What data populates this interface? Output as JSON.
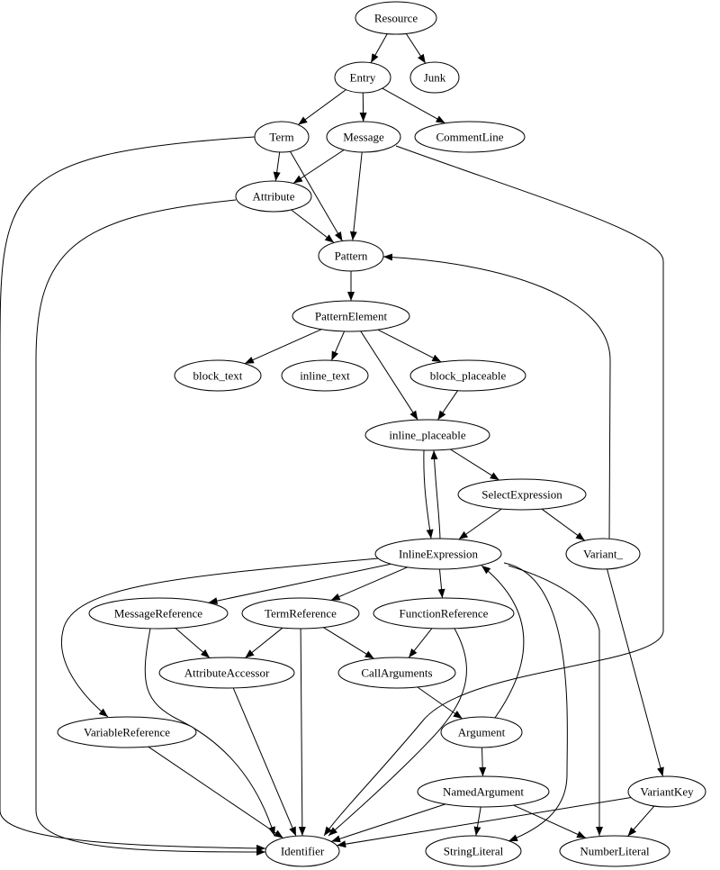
{
  "diagram": {
    "title": "",
    "nodes": [
      {
        "id": "Resource",
        "label": "Resource"
      },
      {
        "id": "Entry",
        "label": "Entry"
      },
      {
        "id": "Junk",
        "label": "Junk"
      },
      {
        "id": "Term",
        "label": "Term"
      },
      {
        "id": "Message",
        "label": "Message"
      },
      {
        "id": "CommentLine",
        "label": "CommentLine"
      },
      {
        "id": "Attribute",
        "label": "Attribute"
      },
      {
        "id": "Pattern",
        "label": "Pattern"
      },
      {
        "id": "PatternElement",
        "label": "PatternElement"
      },
      {
        "id": "block_text",
        "label": "block_text"
      },
      {
        "id": "inline_text",
        "label": "inline_text"
      },
      {
        "id": "block_placeable",
        "label": "block_placeable"
      },
      {
        "id": "inline_placeable",
        "label": "inline_placeable"
      },
      {
        "id": "SelectExpression",
        "label": "SelectExpression"
      },
      {
        "id": "InlineExpression",
        "label": "InlineExpression"
      },
      {
        "id": "Variant_",
        "label": "Variant_"
      },
      {
        "id": "MessageReference",
        "label": "MessageReference"
      },
      {
        "id": "TermReference",
        "label": "TermReference"
      },
      {
        "id": "FunctionReference",
        "label": "FunctionReference"
      },
      {
        "id": "AttributeAccessor",
        "label": "AttributeAccessor"
      },
      {
        "id": "CallArguments",
        "label": "CallArguments"
      },
      {
        "id": "VariableReference",
        "label": "VariableReference"
      },
      {
        "id": "Argument",
        "label": "Argument"
      },
      {
        "id": "NamedArgument",
        "label": "NamedArgument"
      },
      {
        "id": "VariantKey",
        "label": "VariantKey"
      },
      {
        "id": "Identifier",
        "label": "Identifier"
      },
      {
        "id": "StringLiteral",
        "label": "StringLiteral"
      },
      {
        "id": "NumberLiteral",
        "label": "NumberLiteral"
      }
    ],
    "edges": [
      {
        "from": "Resource",
        "to": "Entry"
      },
      {
        "from": "Resource",
        "to": "Junk"
      },
      {
        "from": "Entry",
        "to": "Term"
      },
      {
        "from": "Entry",
        "to": "Message"
      },
      {
        "from": "Entry",
        "to": "CommentLine"
      },
      {
        "from": "Term",
        "to": "Attribute"
      },
      {
        "from": "Term",
        "to": "Pattern"
      },
      {
        "from": "Term",
        "to": "Identifier"
      },
      {
        "from": "Message",
        "to": "Attribute"
      },
      {
        "from": "Message",
        "to": "Pattern"
      },
      {
        "from": "Message",
        "to": "Identifier"
      },
      {
        "from": "Attribute",
        "to": "Pattern"
      },
      {
        "from": "Attribute",
        "to": "Identifier"
      },
      {
        "from": "Pattern",
        "to": "PatternElement"
      },
      {
        "from": "PatternElement",
        "to": "block_text"
      },
      {
        "from": "PatternElement",
        "to": "inline_text"
      },
      {
        "from": "PatternElement",
        "to": "block_placeable"
      },
      {
        "from": "PatternElement",
        "to": "inline_placeable"
      },
      {
        "from": "block_placeable",
        "to": "inline_placeable"
      },
      {
        "from": "inline_placeable",
        "to": "SelectExpression"
      },
      {
        "from": "inline_placeable",
        "to": "InlineExpression"
      },
      {
        "from": "InlineExpression",
        "to": "inline_placeable"
      },
      {
        "from": "SelectExpression",
        "to": "InlineExpression"
      },
      {
        "from": "SelectExpression",
        "to": "Variant_"
      },
      {
        "from": "Variant_",
        "to": "Pattern"
      },
      {
        "from": "Variant_",
        "to": "VariantKey"
      },
      {
        "from": "InlineExpression",
        "to": "MessageReference"
      },
      {
        "from": "InlineExpression",
        "to": "TermReference"
      },
      {
        "from": "InlineExpression",
        "to": "FunctionReference"
      },
      {
        "from": "InlineExpression",
        "to": "VariableReference"
      },
      {
        "from": "InlineExpression",
        "to": "StringLiteral"
      },
      {
        "from": "InlineExpression",
        "to": "NumberLiteral"
      },
      {
        "from": "MessageReference",
        "to": "AttributeAccessor"
      },
      {
        "from": "MessageReference",
        "to": "Identifier"
      },
      {
        "from": "TermReference",
        "to": "AttributeAccessor"
      },
      {
        "from": "TermReference",
        "to": "CallArguments"
      },
      {
        "from": "TermReference",
        "to": "Identifier"
      },
      {
        "from": "FunctionReference",
        "to": "CallArguments"
      },
      {
        "from": "FunctionReference",
        "to": "Identifier"
      },
      {
        "from": "AttributeAccessor",
        "to": "Identifier"
      },
      {
        "from": "CallArguments",
        "to": "Argument"
      },
      {
        "from": "VariableReference",
        "to": "Identifier"
      },
      {
        "from": "Argument",
        "to": "InlineExpression"
      },
      {
        "from": "Argument",
        "to": "NamedArgument"
      },
      {
        "from": "NamedArgument",
        "to": "Identifier"
      },
      {
        "from": "NamedArgument",
        "to": "StringLiteral"
      },
      {
        "from": "NamedArgument",
        "to": "NumberLiteral"
      },
      {
        "from": "VariantKey",
        "to": "Identifier"
      },
      {
        "from": "VariantKey",
        "to": "NumberLiteral"
      }
    ]
  }
}
